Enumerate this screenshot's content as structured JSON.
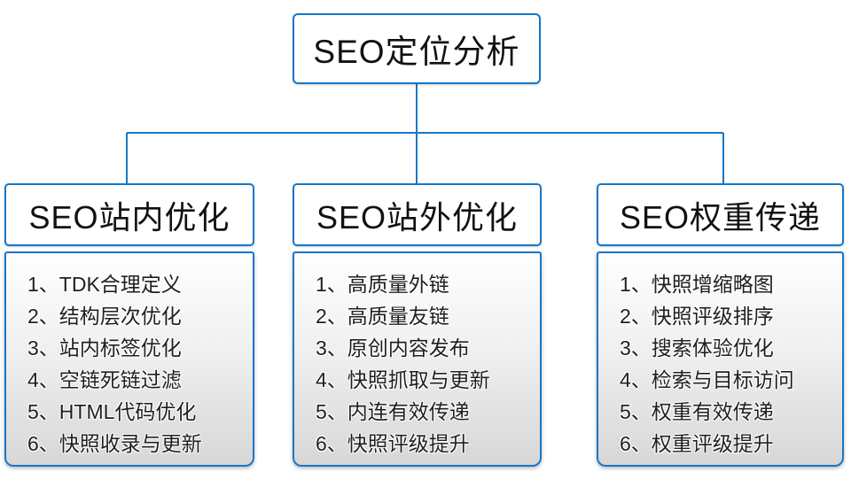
{
  "diagram": {
    "root": {
      "label": "SEO定位分析"
    },
    "branches": [
      {
        "title": "SEO站内优化",
        "items": [
          "1、TDK合理定义",
          "2、结构层次优化",
          "3、站内标签优化",
          "4、空链死链过滤",
          "5、HTML代码优化",
          "6、快照收录与更新"
        ]
      },
      {
        "title": "SEO站外优化",
        "items": [
          "1、高质量外链",
          "2、高质量友链",
          "3、原创内容发布",
          "4、快照抓取与更新",
          "5、内连有效传递",
          "6、快照评级提升"
        ]
      },
      {
        "title": "SEO权重传递",
        "items": [
          "1、快照增缩略图",
          "2、快照评级排序",
          "3、搜索体验优化",
          "4、检索与目标访问",
          "5、权重有效传递",
          "6、权重评级提升"
        ]
      }
    ],
    "colors": {
      "accent": "#1677c8",
      "node_text": "#111111",
      "item_text": "#1f1f1f",
      "body_gradient_top": "#ffffff",
      "body_gradient_bottom": "#d7d7d7"
    }
  }
}
